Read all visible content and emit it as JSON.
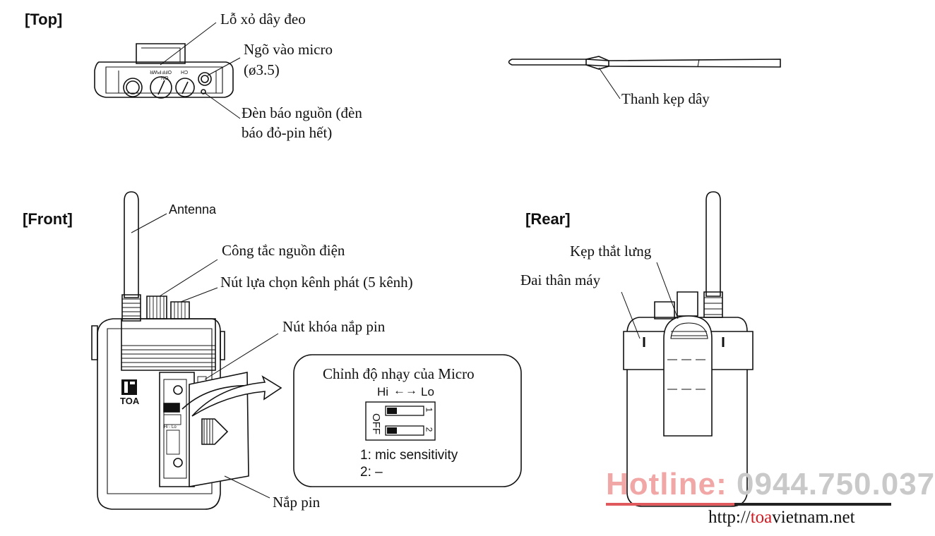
{
  "sections": {
    "top": "[Top]",
    "front": "[Front]",
    "rear": "[Rear]"
  },
  "labels": {
    "strap_hole": "Lỗ xỏ dây đeo",
    "mic_input": "Ngõ vào micro",
    "mic_input_size": "(ø3.5)",
    "power_led_1": "Đèn báo nguồn (đèn",
    "power_led_2": "báo đỏ-pin hết)",
    "strap_clamp": "Thanh kẹp dây",
    "antenna": "Antenna",
    "power_switch": "Công tắc nguồn điện",
    "channel_select": "Nút lựa chọn kênh phát (5 kênh)",
    "battery_lock": "Nút khóa nắp pin",
    "battery_cover": "Nắp pin",
    "belt_clip": "Kẹp thắt lưng",
    "body_band": "Đai thân máy"
  },
  "device_markings": {
    "brand": "TOA",
    "pwr": "PWR",
    "off": "OFF",
    "on": "ON",
    "ch": "CH",
    "dip_small": "Hi - Lo"
  },
  "dip_panel": {
    "title": "Chỉnh độ nhạy của Micro",
    "hi": "Hi",
    "lo": "Lo",
    "off": "OFF",
    "one": "1",
    "two": "2",
    "legend_1": "1: mic sensitivity",
    "legend_2": "2: –"
  },
  "watermark": {
    "hotline_label": "Hotline:",
    "hotline_number": "0944.750.037",
    "url_prefix": "http://",
    "url_brand": "toa",
    "url_rest": "vietnam.net"
  },
  "colors": {
    "hotline_label": "#f2a7a7",
    "hotline_number": "#c9c9c9",
    "url_accent": "#d21a22",
    "line": "#111111"
  }
}
